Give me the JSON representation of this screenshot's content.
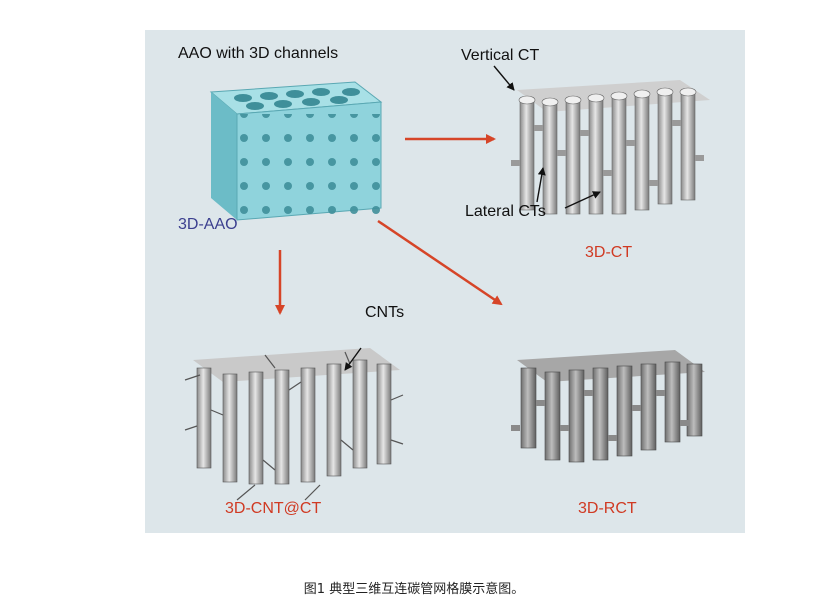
{
  "labels": {
    "aao_title": "AAO with 3D channels",
    "aao": "3D-AAO",
    "vertical_ct": "Vertical CT",
    "lateral_cts": "Lateral CTs",
    "ct": "3D-CT",
    "cnts": "CNTs",
    "cnt_ct": "3D-CNT@CT",
    "rct": "3D-RCT"
  },
  "caption": "图1 典型三维互连碳管网格膜示意图。",
  "colors": {
    "panel_bg": "#dde6ea",
    "aao_fill": "#8fd3dc",
    "arrow": "#d64528",
    "label_red": "#d03a23",
    "label_blue": "#3b3f8f",
    "tube_grey": "#b9b9b9"
  }
}
